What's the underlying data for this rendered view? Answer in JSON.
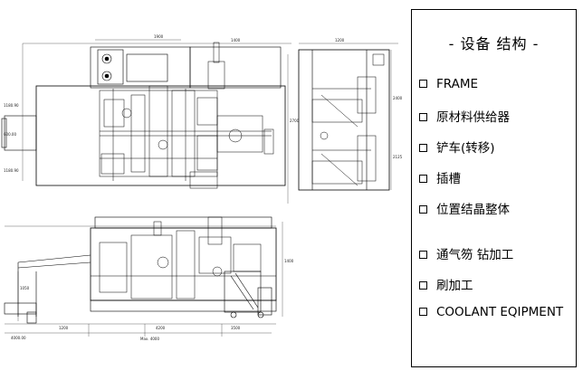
{
  "legend": {
    "title": "- 设备  结构 -",
    "items": [
      {
        "label": "FRAME"
      },
      {
        "label": "原材料供给器"
      },
      {
        "label": "铲车(转移)"
      },
      {
        "label": "插槽"
      },
      {
        "label": "位置结晶整体"
      },
      {
        "label": "通气笏  钻加工"
      },
      {
        "label": "刷加工"
      },
      {
        "label": "COOLANT EQIPMENT"
      }
    ]
  },
  "drawing": {
    "top_view_dims": {
      "top_width": "1900",
      "top_center": "1400",
      "left_1": "1180.90",
      "left_2": "600.00",
      "left_3": "1180.90",
      "right_height": "2700"
    },
    "side_view_dims": {
      "top": "1200",
      "right_1": "2400",
      "right_2": "2125"
    },
    "front_view_dims": {
      "left_h": "1050",
      "right_h": "1400",
      "bottom_1": "4000.00",
      "bottom_2": "1200",
      "bottom_3": "4200",
      "bottom_4": "Max. 4000",
      "bottom_5": "3500"
    }
  }
}
